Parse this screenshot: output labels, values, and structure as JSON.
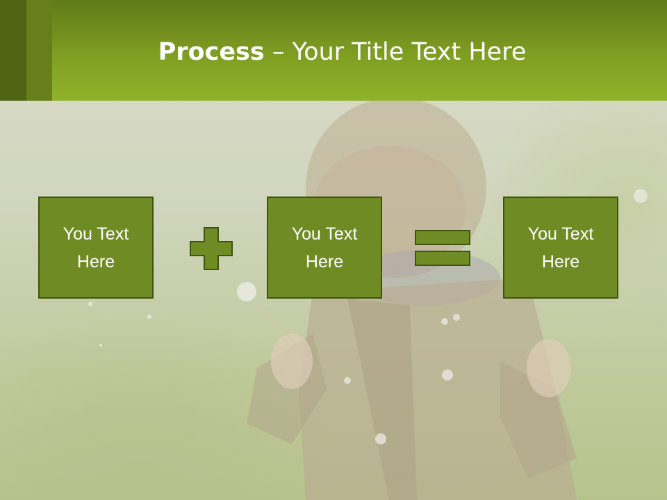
{
  "slide": {
    "title_bold": "Process",
    "title_rest": " – Your Title Text Here"
  },
  "process": {
    "boxes": [
      {
        "line1": "You Text",
        "line2": "Here"
      },
      {
        "line1": "You Text",
        "line2": "Here"
      },
      {
        "line1": "You Text",
        "line2": "Here"
      }
    ],
    "operators": [
      "plus-icon",
      "equals-icon"
    ]
  },
  "colors": {
    "header": "#7f9e22",
    "box_fill": "#6f8c24",
    "box_border": "#3e5410",
    "text": "#ffffff"
  }
}
